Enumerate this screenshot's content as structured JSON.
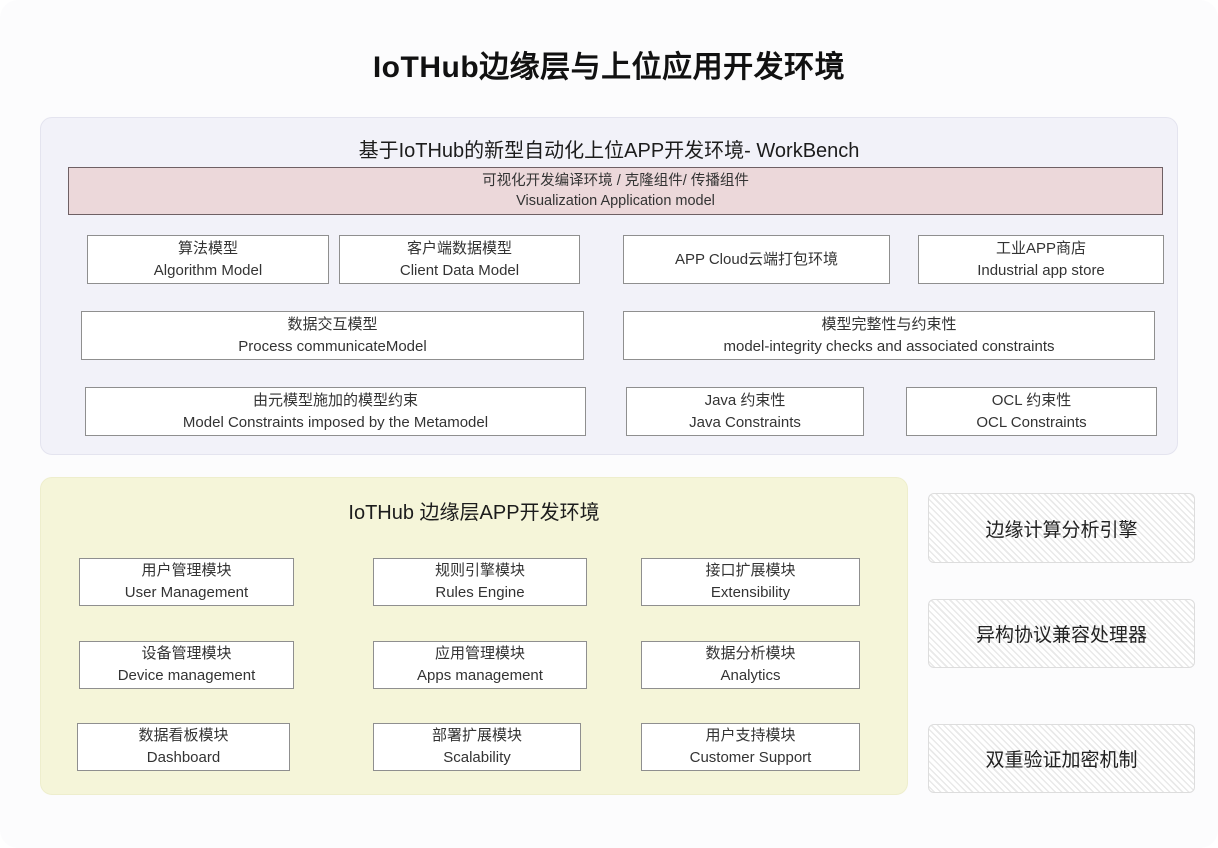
{
  "page": {
    "title": "IoTHub边缘层与上位应用开发环境"
  },
  "workbench": {
    "title": "基于IoTHub的新型自动化上位APP开发环境- WorkBench",
    "banner": {
      "line1": "可视化开发编译环境 / 克隆组件/ 传播组件",
      "line2": "Visualization Application model"
    },
    "boxes": [
      {
        "cn": "算法模型",
        "en": "Algorithm Model"
      },
      {
        "cn": "客户端数据模型",
        "en": "Client Data Model"
      },
      {
        "cn": "APP Cloud云端打包环境",
        "en": ""
      },
      {
        "cn": "工业APP商店",
        "en": "Industrial app store"
      },
      {
        "cn": "数据交互模型",
        "en": "Process communicateModel"
      },
      {
        "cn": "模型完整性与约束性",
        "en": "model-integrity checks and associated constraints"
      },
      {
        "cn": "由元模型施加的模型约束",
        "en": "Model Constraints imposed by the Metamodel"
      },
      {
        "cn": "Java 约束性",
        "en": "Java Constraints"
      },
      {
        "cn": "OCL 约束性",
        "en": "OCL Constraints"
      }
    ]
  },
  "edge": {
    "title": "IoTHub 边缘层APP开发环境",
    "modules": [
      {
        "cn": "用户管理模块",
        "en": "User Management"
      },
      {
        "cn": "规则引擎模块",
        "en": "Rules Engine"
      },
      {
        "cn": "接口扩展模块",
        "en": "Extensibility"
      },
      {
        "cn": "设备管理模块",
        "en": "Device management"
      },
      {
        "cn": "应用管理模块",
        "en": "Apps management"
      },
      {
        "cn": "数据分析模块",
        "en": "Analytics"
      },
      {
        "cn": "数据看板模块",
        "en": "Dashboard"
      },
      {
        "cn": "部署扩展模块",
        "en": "Scalability"
      },
      {
        "cn": "用户支持模块",
        "en": "Customer Support"
      }
    ]
  },
  "side": {
    "items": [
      {
        "label": "边缘计算分析引擎"
      },
      {
        "label": "异构协议兼容处理器"
      },
      {
        "label": "双重验证加密机制"
      }
    ]
  },
  "colors": {
    "banner_bg": "#ecd8da",
    "banner_border": "#6f6064",
    "workbench_bg": "#f2f2f9",
    "edge_bg": "#f5f5d9",
    "box_border": "#8f8f8f",
    "text": "#333333"
  }
}
